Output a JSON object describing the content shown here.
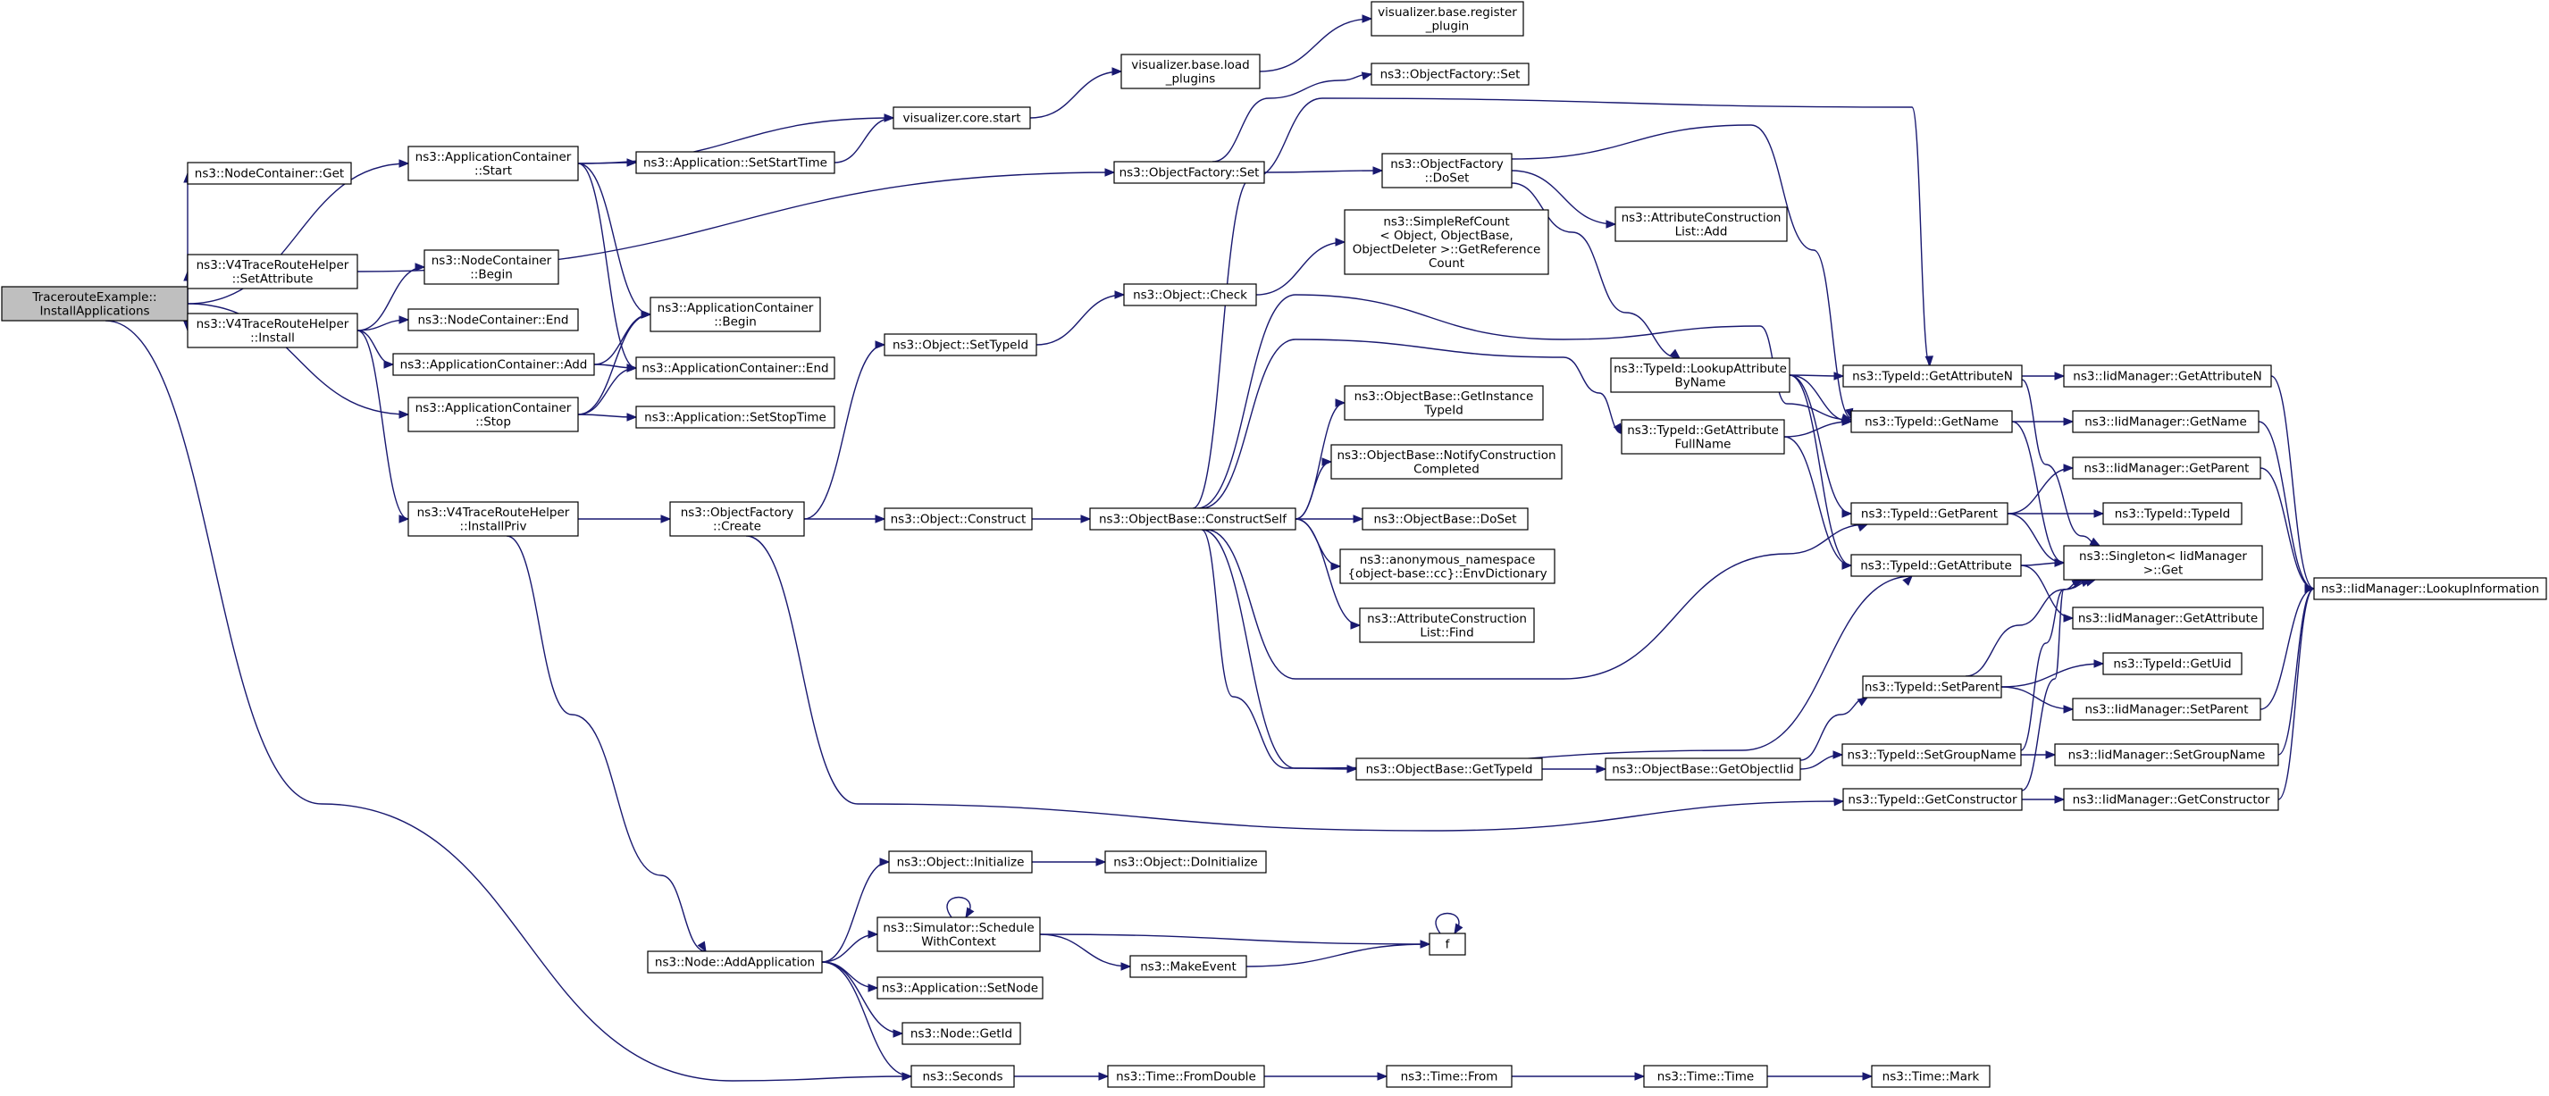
{
  "nodes": [
    {
      "id": "root",
      "lines": [
        "TracerouteExample::",
        "InstallApplications"
      ]
    },
    {
      "id": "ncGet",
      "lines": [
        "ns3::NodeContainer::Get"
      ]
    },
    {
      "id": "acStart",
      "lines": [
        "ns3::ApplicationContainer",
        "::Start"
      ]
    },
    {
      "id": "v4SetAttr",
      "lines": [
        "ns3::V4TraceRouteHelper",
        "::SetAttribute"
      ]
    },
    {
      "id": "v4Install",
      "lines": [
        "ns3::V4TraceRouteHelper",
        "::Install"
      ]
    },
    {
      "id": "acStop",
      "lines": [
        "ns3::ApplicationContainer",
        "::Stop"
      ]
    },
    {
      "id": "seconds",
      "lines": [
        "ns3::Seconds"
      ]
    },
    {
      "id": "ncBegin",
      "lines": [
        "ns3::NodeContainer",
        "::Begin"
      ]
    },
    {
      "id": "ncEnd",
      "lines": [
        "ns3::NodeContainer::End"
      ]
    },
    {
      "id": "acAdd",
      "lines": [
        "ns3::ApplicationContainer::Add"
      ]
    },
    {
      "id": "v4InstallPriv",
      "lines": [
        "ns3::V4TraceRouteHelper",
        "::InstallPriv"
      ]
    },
    {
      "id": "acBegin",
      "lines": [
        "ns3::ApplicationContainer",
        "::Begin"
      ]
    },
    {
      "id": "acEnd",
      "lines": [
        "ns3::ApplicationContainer::End"
      ]
    },
    {
      "id": "appSetStart",
      "lines": [
        "ns3::Application::SetStartTime"
      ]
    },
    {
      "id": "appSetStop",
      "lines": [
        "ns3::Application::SetStopTime"
      ]
    },
    {
      "id": "vizCoreStart",
      "lines": [
        "visualizer.core.start"
      ]
    },
    {
      "id": "vizLoad",
      "lines": [
        "visualizer.base.load",
        "_plugins"
      ]
    },
    {
      "id": "vizRegister",
      "lines": [
        "visualizer.base.register",
        "_plugin"
      ]
    },
    {
      "id": "ofSet1",
      "lines": [
        "ns3::ObjectFactory::Set"
      ]
    },
    {
      "id": "ofSet2",
      "lines": [
        "ns3::ObjectFactory::Set"
      ]
    },
    {
      "id": "ofDoSet",
      "lines": [
        "ns3::ObjectFactory",
        "::DoSet"
      ]
    },
    {
      "id": "acListAdd",
      "lines": [
        "ns3::AttributeConstruction",
        "List::Add"
      ]
    },
    {
      "id": "ofCreate",
      "lines": [
        "ns3::ObjectFactory",
        "::Create"
      ]
    },
    {
      "id": "objSetTypeId",
      "lines": [
        "ns3::Object::SetTypeId"
      ]
    },
    {
      "id": "objCheck",
      "lines": [
        "ns3::Object::Check"
      ]
    },
    {
      "id": "simpleRef",
      "lines": [
        "ns3::SimpleRefCount",
        "< Object, ObjectBase,",
        "ObjectDeleter >::GetReference",
        "Count"
      ]
    },
    {
      "id": "objConstruct",
      "lines": [
        "ns3::Object::Construct"
      ]
    },
    {
      "id": "obConstructSelf",
      "lines": [
        "ns3::ObjectBase::ConstructSelf"
      ]
    },
    {
      "id": "obGetInstanceTid",
      "lines": [
        "ns3::ObjectBase::GetInstance",
        "TypeId"
      ]
    },
    {
      "id": "obNotify",
      "lines": [
        "ns3::ObjectBase::NotifyConstruction",
        "Completed"
      ]
    },
    {
      "id": "obDoSet",
      "lines": [
        "ns3::ObjectBase::DoSet"
      ]
    },
    {
      "id": "anonEnv",
      "lines": [
        "ns3::anonymous_namespace",
        "{object-base::cc}::EnvDictionary"
      ]
    },
    {
      "id": "acListFind",
      "lines": [
        "ns3::AttributeConstruction",
        "List::Find"
      ]
    },
    {
      "id": "obGetTypeId",
      "lines": [
        "ns3::ObjectBase::GetTypeId"
      ]
    },
    {
      "id": "obGetObjectIid",
      "lines": [
        "ns3::ObjectBase::GetObjectIid"
      ]
    },
    {
      "id": "tidLookup",
      "lines": [
        "ns3::TypeId::LookupAttribute",
        "ByName"
      ]
    },
    {
      "id": "tidGetAttrFull",
      "lines": [
        "ns3::TypeId::GetAttribute",
        "FullName"
      ]
    },
    {
      "id": "tidGetAttrN",
      "lines": [
        "ns3::TypeId::GetAttributeN"
      ]
    },
    {
      "id": "tidGetName",
      "lines": [
        "ns3::TypeId::GetName"
      ]
    },
    {
      "id": "tidGetParent",
      "lines": [
        "ns3::TypeId::GetParent"
      ]
    },
    {
      "id": "tidGetAttr",
      "lines": [
        "ns3::TypeId::GetAttribute"
      ]
    },
    {
      "id": "tidSetParent",
      "lines": [
        "ns3::TypeId::SetParent"
      ]
    },
    {
      "id": "tidSetGroup",
      "lines": [
        "ns3::TypeId::SetGroupName"
      ]
    },
    {
      "id": "tidGetCtor",
      "lines": [
        "ns3::TypeId::GetConstructor"
      ]
    },
    {
      "id": "imGetAttrN",
      "lines": [
        "ns3::IidManager::GetAttributeN"
      ]
    },
    {
      "id": "imGetName",
      "lines": [
        "ns3::IidManager::GetName"
      ]
    },
    {
      "id": "imGetParent",
      "lines": [
        "ns3::IidManager::GetParent"
      ]
    },
    {
      "id": "tidTypeId",
      "lines": [
        "ns3::TypeId::TypeId"
      ]
    },
    {
      "id": "singletonGet",
      "lines": [
        "ns3::Singleton< IidManager",
        ">::Get"
      ]
    },
    {
      "id": "imGetAttr",
      "lines": [
        "ns3::IidManager::GetAttribute"
      ]
    },
    {
      "id": "tidGetUid",
      "lines": [
        "ns3::TypeId::GetUid"
      ]
    },
    {
      "id": "imSetParent",
      "lines": [
        "ns3::IidManager::SetParent"
      ]
    },
    {
      "id": "imSetGroup",
      "lines": [
        "ns3::IidManager::SetGroupName"
      ]
    },
    {
      "id": "imGetCtor",
      "lines": [
        "ns3::IidManager::GetConstructor"
      ]
    },
    {
      "id": "imLookup",
      "lines": [
        "ns3::IidManager::LookupInformation"
      ]
    },
    {
      "id": "objInit",
      "lines": [
        "ns3::Object::Initialize"
      ]
    },
    {
      "id": "objDoInit",
      "lines": [
        "ns3::Object::DoInitialize"
      ]
    },
    {
      "id": "simSchedule",
      "lines": [
        "ns3::Simulator::Schedule",
        "WithContext"
      ]
    },
    {
      "id": "nodeAddApp",
      "lines": [
        "ns3::Node::AddApplication"
      ]
    },
    {
      "id": "appSetNode",
      "lines": [
        "ns3::Application::SetNode"
      ]
    },
    {
      "id": "nodeGetId",
      "lines": [
        "ns3::Node::GetId"
      ]
    },
    {
      "id": "makeEvent",
      "lines": [
        "ns3::MakeEvent"
      ]
    },
    {
      "id": "f",
      "lines": [
        "f"
      ]
    },
    {
      "id": "timeFromDouble",
      "lines": [
        "ns3::Time::FromDouble"
      ]
    },
    {
      "id": "timeFrom",
      "lines": [
        "ns3::Time::From"
      ]
    },
    {
      "id": "timeTime",
      "lines": [
        "ns3::Time::Time"
      ]
    },
    {
      "id": "timeMark",
      "lines": [
        "ns3::Time::Mark"
      ]
    }
  ],
  "edges": [
    [
      "root",
      "ncGet"
    ],
    [
      "root",
      "acStart"
    ],
    [
      "root",
      "v4SetAttr"
    ],
    [
      "root",
      "v4Install"
    ],
    [
      "root",
      "acStop"
    ],
    [
      "root",
      "seconds"
    ],
    [
      "acStart",
      "vizCoreStart"
    ],
    [
      "acStart",
      "appSetStart"
    ],
    [
      "acStart",
      "acBegin"
    ],
    [
      "acStart",
      "acEnd"
    ],
    [
      "v4SetAttr",
      "ofSet1"
    ],
    [
      "v4Install",
      "ncBegin"
    ],
    [
      "v4Install",
      "ncEnd"
    ],
    [
      "v4Install",
      "acAdd"
    ],
    [
      "v4Install",
      "v4InstallPriv"
    ],
    [
      "acAdd",
      "acBegin"
    ],
    [
      "acAdd",
      "acEnd"
    ],
    [
      "acStop",
      "acBegin"
    ],
    [
      "acStop",
      "acEnd"
    ],
    [
      "acStop",
      "appSetStop"
    ],
    [
      "v4InstallPriv",
      "ofCreate"
    ],
    [
      "v4InstallPriv",
      "nodeAddApp"
    ],
    [
      "appSetStart",
      "vizCoreStart"
    ],
    [
      "vizCoreStart",
      "vizLoad"
    ],
    [
      "vizLoad",
      "vizRegister"
    ],
    [
      "ofSet1",
      "ofSet2"
    ],
    [
      "ofSet1",
      "ofDoSet"
    ],
    [
      "ofDoSet",
      "acListAdd"
    ],
    [
      "ofDoSet",
      "tidLookup"
    ],
    [
      "ofDoSet",
      "tidGetName"
    ],
    [
      "ofCreate",
      "objSetTypeId"
    ],
    [
      "ofCreate",
      "objConstruct"
    ],
    [
      "ofCreate",
      "tidGetCtor"
    ],
    [
      "objSetTypeId",
      "objCheck"
    ],
    [
      "objCheck",
      "simpleRef"
    ],
    [
      "objConstruct",
      "obConstructSelf"
    ],
    [
      "obConstructSelf",
      "obGetInstanceTid"
    ],
    [
      "obConstructSelf",
      "obNotify"
    ],
    [
      "obConstructSelf",
      "obDoSet"
    ],
    [
      "obConstructSelf",
      "anonEnv"
    ],
    [
      "obConstructSelf",
      "acListFind"
    ],
    [
      "obConstructSelf",
      "obGetTypeId"
    ],
    [
      "obConstructSelf",
      "tidGetAttrN"
    ],
    [
      "obConstructSelf",
      "tidGetName"
    ],
    [
      "obConstructSelf",
      "tidGetAttrFull"
    ],
    [
      "obConstructSelf",
      "tidGetParent"
    ],
    [
      "obConstructSelf",
      "tidGetAttr"
    ],
    [
      "obGetTypeId",
      "obGetObjectIid"
    ],
    [
      "obGetObjectIid",
      "tidSetParent"
    ],
    [
      "obGetObjectIid",
      "tidSetGroup"
    ],
    [
      "tidLookup",
      "tidGetAttrN"
    ],
    [
      "tidLookup",
      "tidGetName"
    ],
    [
      "tidLookup",
      "tidGetParent"
    ],
    [
      "tidLookup",
      "tidGetAttr"
    ],
    [
      "tidGetAttrFull",
      "tidGetName"
    ],
    [
      "tidGetAttrFull",
      "tidGetAttr"
    ],
    [
      "tidGetAttrN",
      "imGetAttrN"
    ],
    [
      "tidGetAttrN",
      "singletonGet"
    ],
    [
      "tidGetName",
      "imGetName"
    ],
    [
      "tidGetName",
      "singletonGet"
    ],
    [
      "tidGetParent",
      "imGetParent"
    ],
    [
      "tidGetParent",
      "tidTypeId"
    ],
    [
      "tidGetParent",
      "singletonGet"
    ],
    [
      "tidGetAttr",
      "imGetAttr"
    ],
    [
      "tidGetAttr",
      "singletonGet"
    ],
    [
      "tidSetParent",
      "tidGetUid"
    ],
    [
      "tidSetParent",
      "imSetParent"
    ],
    [
      "tidSetParent",
      "singletonGet"
    ],
    [
      "tidSetGroup",
      "imSetGroup"
    ],
    [
      "tidSetGroup",
      "singletonGet"
    ],
    [
      "tidGetCtor",
      "imGetCtor"
    ],
    [
      "tidGetCtor",
      "singletonGet"
    ],
    [
      "imGetAttrN",
      "imLookup"
    ],
    [
      "imGetName",
      "imLookup"
    ],
    [
      "imGetParent",
      "imLookup"
    ],
    [
      "imSetParent",
      "imLookup"
    ],
    [
      "imSetGroup",
      "imLookup"
    ],
    [
      "imGetCtor",
      "imLookup"
    ],
    [
      "nodeAddApp",
      "objInit"
    ],
    [
      "nodeAddApp",
      "simSchedule"
    ],
    [
      "nodeAddApp",
      "appSetNode"
    ],
    [
      "nodeAddApp",
      "nodeGetId"
    ],
    [
      "nodeAddApp",
      "seconds"
    ],
    [
      "objInit",
      "objDoInit"
    ],
    [
      "simSchedule",
      "simSchedule"
    ],
    [
      "simSchedule",
      "makeEvent"
    ],
    [
      "simSchedule",
      "f"
    ],
    [
      "makeEvent",
      "f"
    ],
    [
      "f",
      "f"
    ],
    [
      "seconds",
      "timeFromDouble"
    ],
    [
      "timeFromDouble",
      "timeFrom"
    ],
    [
      "timeFrom",
      "timeTime"
    ],
    [
      "timeTime",
      "timeMark"
    ]
  ]
}
